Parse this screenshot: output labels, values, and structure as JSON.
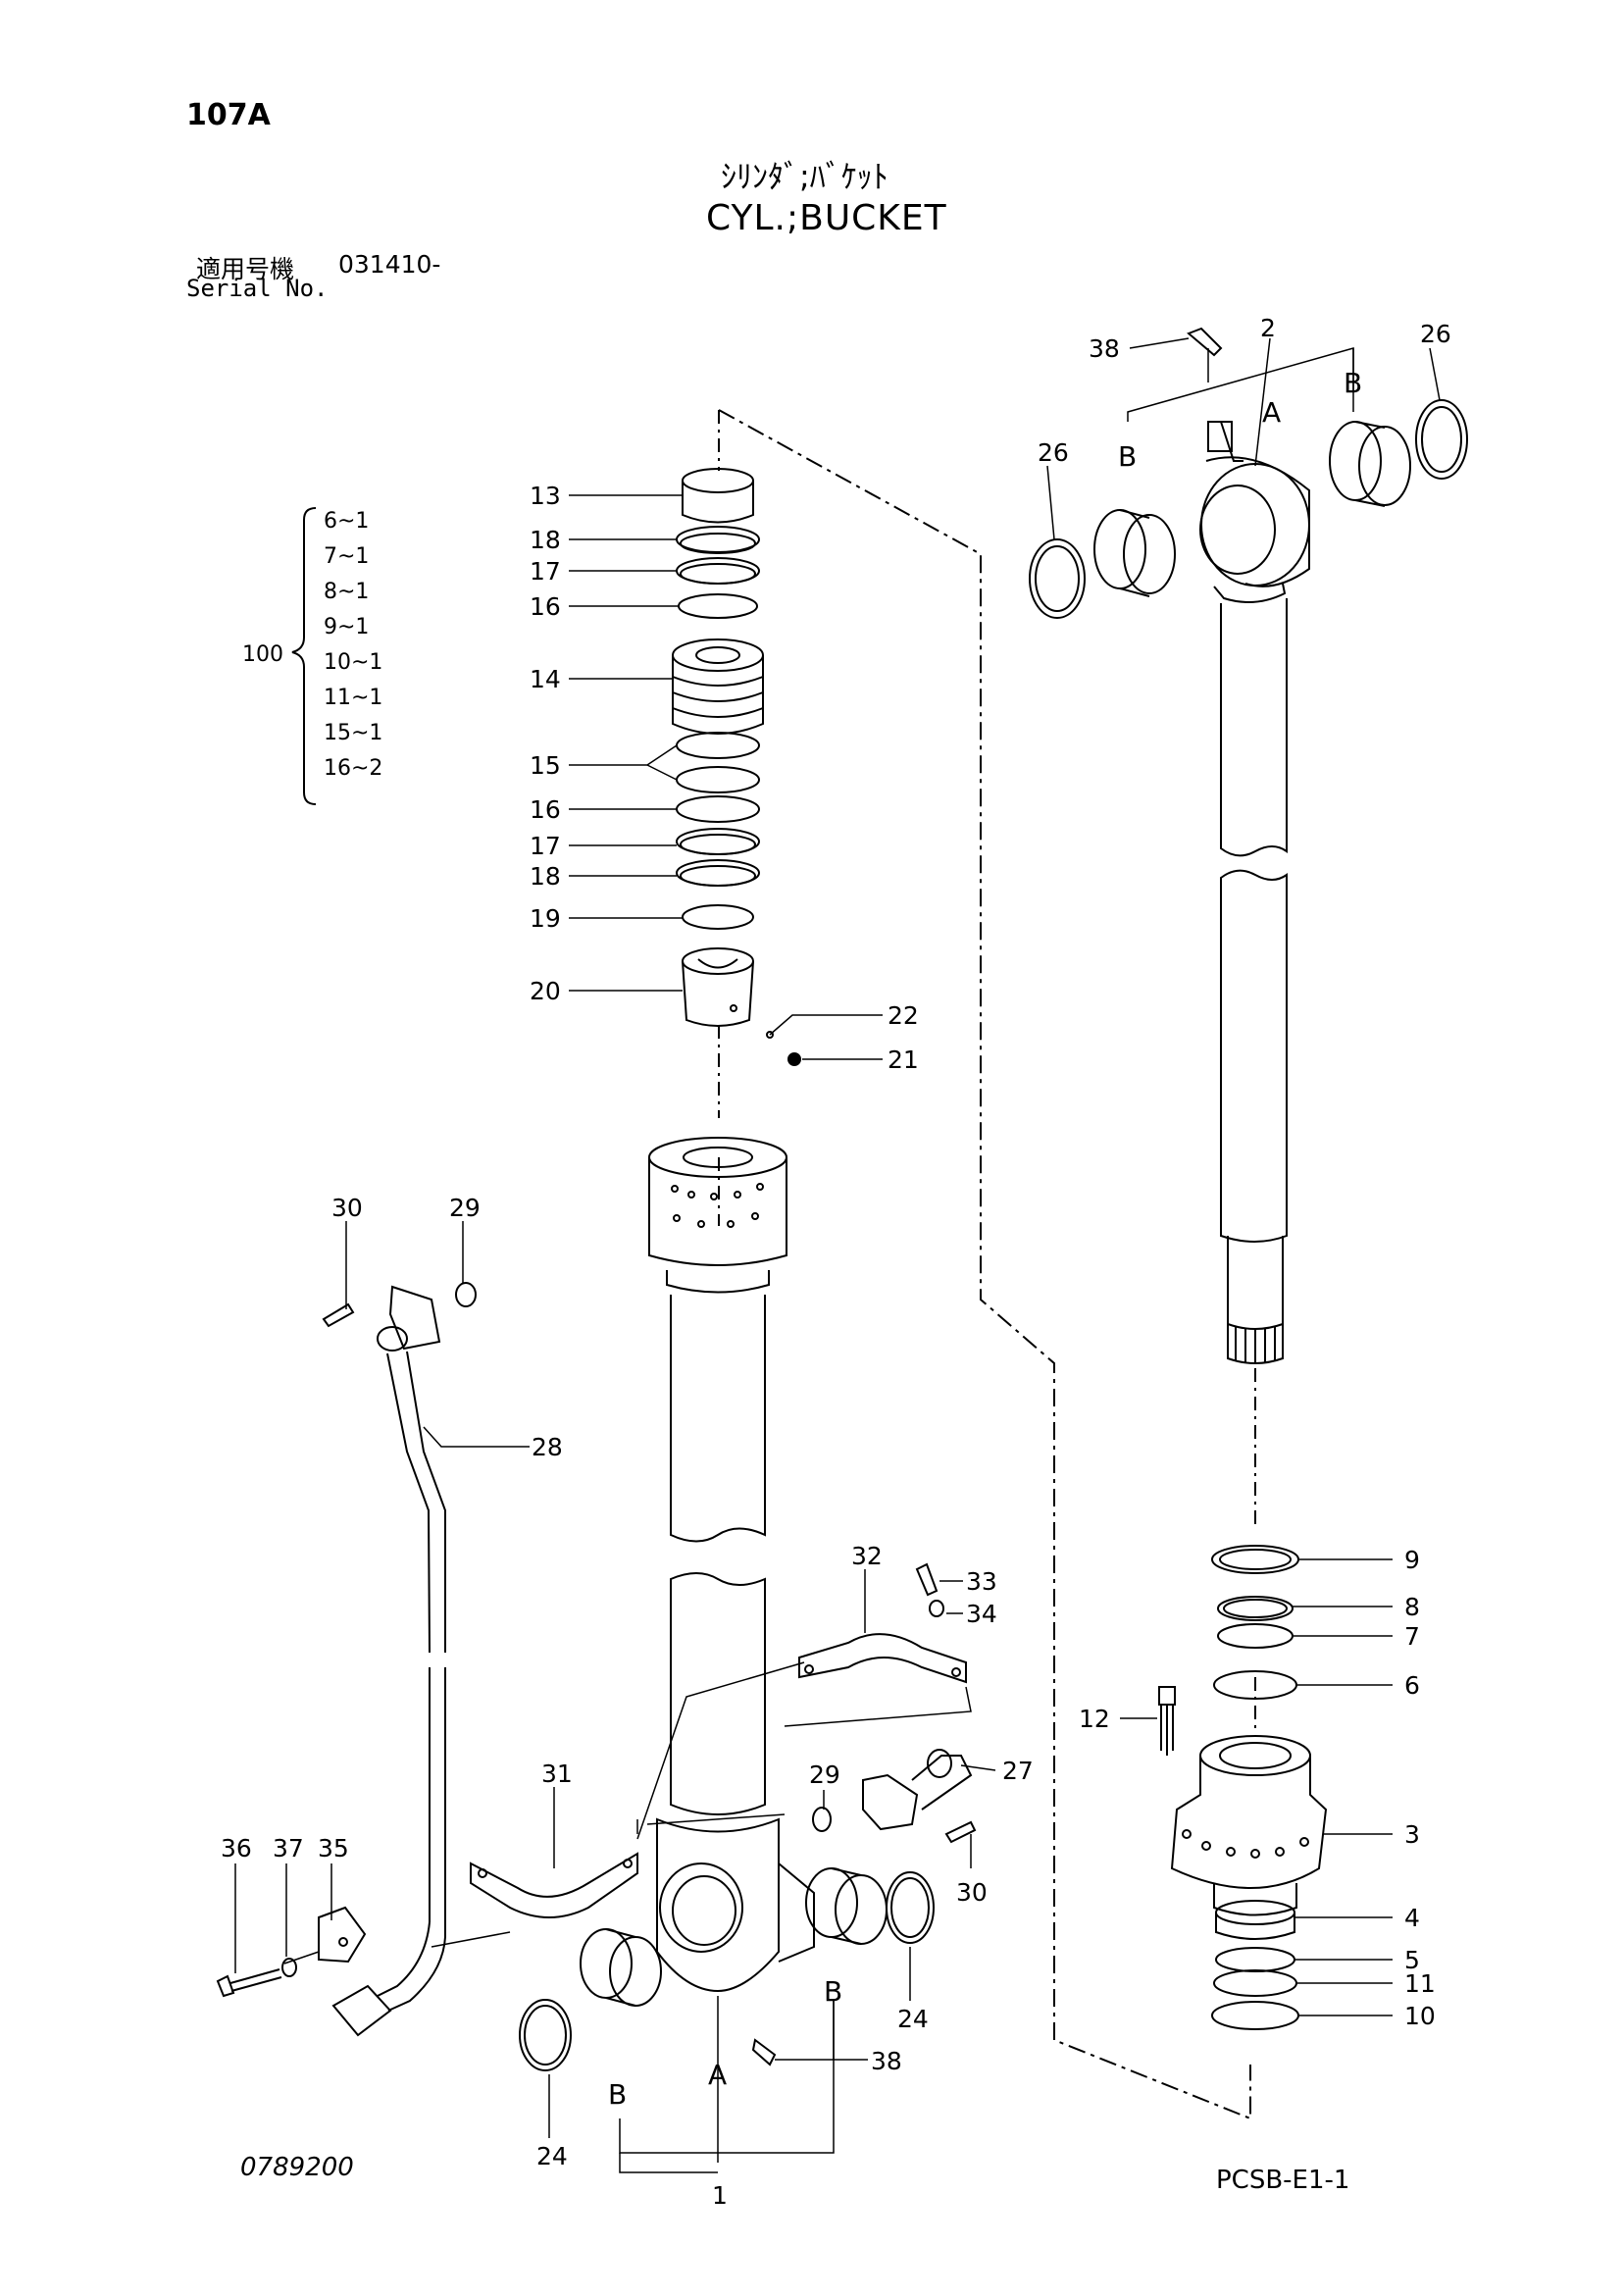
{
  "header": {
    "page_code": "107A",
    "title_jp": "ｼﾘﾝﾀﾞ;ﾊﾞｹｯﾄ",
    "title_en": "CYL.;BUCKET",
    "serial_label_jp": "適用号機",
    "serial_number": "031410-",
    "serial_label_en": "Serial No."
  },
  "kit": {
    "number": "100",
    "items": [
      "6~1",
      "7~1",
      "8~1",
      "9~1",
      "10~1",
      "11~1",
      "15~1",
      "16~2"
    ]
  },
  "callouts": {
    "c13": "13",
    "c18a": "18",
    "c17a": "17",
    "c16a": "16",
    "c14": "14",
    "c15": "15",
    "c16b": "16",
    "c17b": "17",
    "c18b": "18",
    "c19": "19",
    "c20": "20",
    "c22": "22",
    "c21": "21",
    "c38a": "38",
    "c2": "2",
    "c26a": "26",
    "c26b": "26",
    "c30a": "30",
    "c29a": "29",
    "c28": "28",
    "c32": "32",
    "c33": "33",
    "c34": "34",
    "c29b": "29",
    "c27": "27",
    "c30b": "30",
    "c31": "31",
    "c36": "36",
    "c37": "37",
    "c35": "35",
    "c24a": "24",
    "c24b": "24",
    "c38b": "38",
    "c1": "1",
    "c9": "9",
    "c8": "8",
    "c7": "7",
    "c6": "6",
    "c12": "12",
    "c3": "3",
    "c4": "4",
    "c5": "5",
    "c11": "11",
    "c10": "10"
  },
  "markers": {
    "a_top": "A",
    "b_top_left": "B",
    "b_top_right": "B",
    "a_bottom": "A",
    "b_bottom_left": "B",
    "b_bottom_right": "B"
  },
  "footer": {
    "drawing_number": "0789200",
    "sheet_code": "PCSB-E1-1"
  }
}
